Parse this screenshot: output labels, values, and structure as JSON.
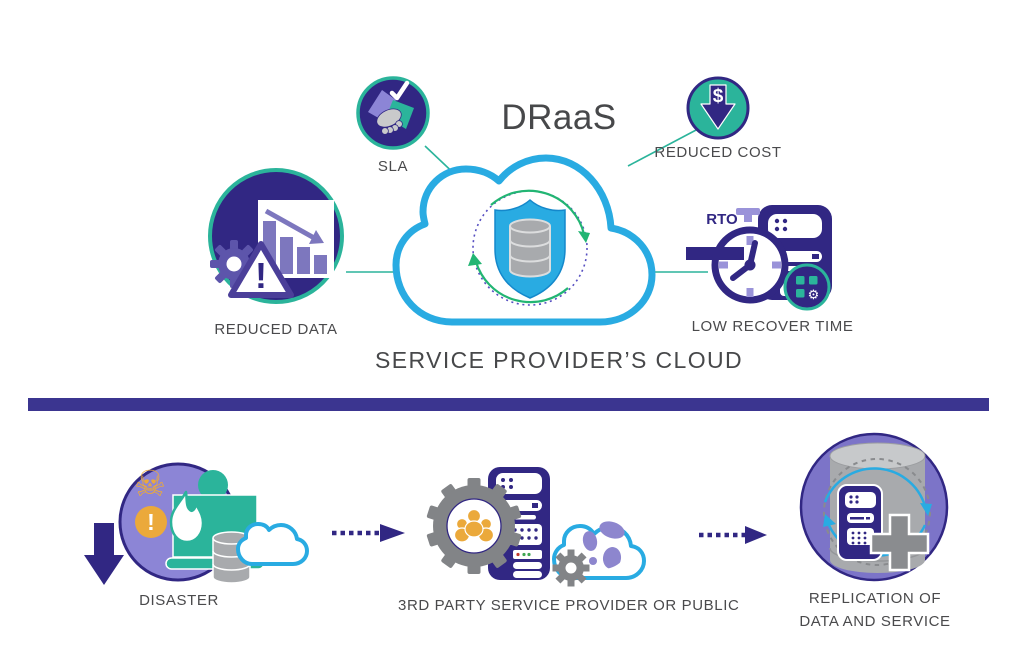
{
  "colors": {
    "navy": "#312783",
    "teal": "#2BB49B",
    "blue": "#29ABE2",
    "green": "#22B573",
    "lavender": "#8C85D6",
    "purple_light": "#7D77BE",
    "purple_mid": "#7C74C8",
    "amber": "#EBA93B",
    "gray": "#A8AAAD",
    "dark_gray_gear": "#828487",
    "text": "#4A4A4C",
    "divider": "#3B3590",
    "gear_purple": "#5D55AB",
    "hand_gray": "#C9CACB",
    "db_light": "#C7C9CB",
    "db_stroke": "#DCDDDE",
    "tick_lavender": "#9A93D9",
    "dotted_purple": "#564FC1",
    "globe_purple": "#8D86CE",
    "dash_gray": "#898B8E",
    "plus_gray": "#8A8C8F",
    "shield_edge": "#1488CB",
    "red_led": "#C1392B",
    "green_led": "#3FA652"
  },
  "top": {
    "title": "DRaaS",
    "caption": "SERVICE PROVIDER’S CLOUD",
    "sla": {
      "label": "SLA"
    },
    "reduced_cost": {
      "label": "REDUCED COST",
      "dollar_glyph": "$"
    },
    "reduced_data": {
      "label": "REDUCED DATA",
      "alert_glyph": "!"
    },
    "low_recover_time": {
      "label": "LOW RECOVER TIME",
      "rto_label": "RTO",
      "gear_glyph": "⚙"
    }
  },
  "bottom": {
    "disaster": {
      "label": "DISASTER",
      "skull_glyph": "☠",
      "alert_glyph": "!"
    },
    "provider": {
      "label": "3RD PARTY SERVICE PROVIDER OR PUBLIC"
    },
    "replication": {
      "label_line1": "REPLICATION OF",
      "label_line2": "DATA AND SERVICE"
    }
  }
}
